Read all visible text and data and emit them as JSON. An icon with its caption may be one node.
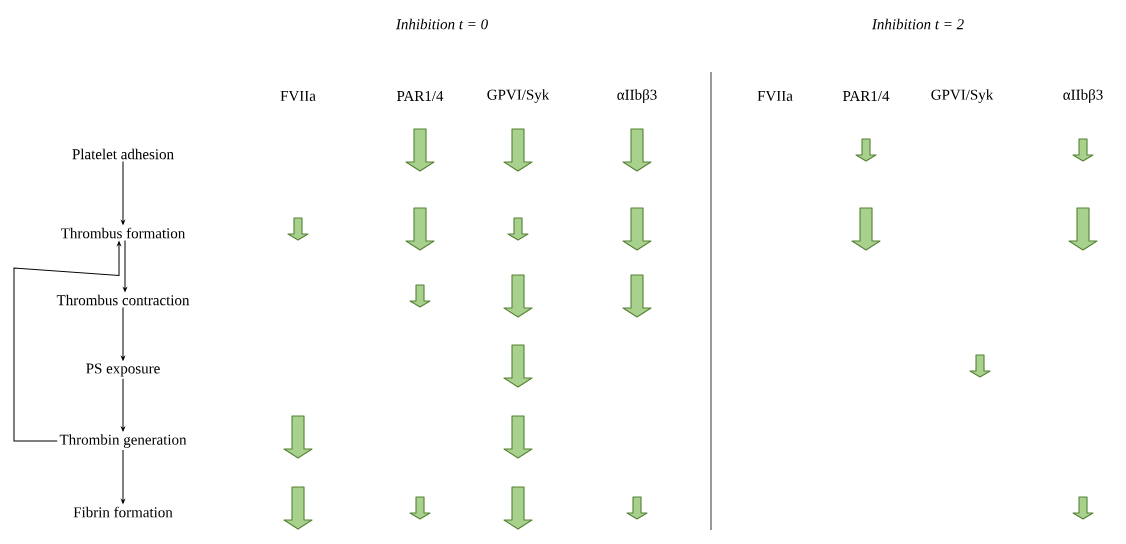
{
  "diagram": {
    "nodes": [
      {
        "text": [
          "Platelet adhesion"
        ]
      },
      {
        "text": [
          "Thrombus formation"
        ]
      },
      {
        "text": [
          "Thrombus contraction"
        ]
      },
      {
        "text": [
          "PS exposure"
        ]
      },
      {
        "text": [
          "Thrombin generation"
        ]
      },
      {
        "text": [
          "Fibrin formation"
        ]
      }
    ],
    "edges": [
      {
        "from": 0,
        "to": 1,
        "arrow": "to"
      },
      {
        "from": 1,
        "to": 2,
        "arrow": "to"
      },
      {
        "from": 2,
        "to": 3,
        "arrow": "to"
      },
      {
        "from": 3,
        "to": 4,
        "arrow": "to"
      },
      {
        "from": 4,
        "to": 5,
        "arrow": "to"
      },
      {
        "from": 4,
        "to": 1,
        "arrow": "to"
      }
    ],
    "labels": [
      "Inhibition t = 0",
      "Inhibition t = 2",
      "FVIIa",
      "PAR1/4",
      "GPVI/Syk",
      "αIIbβ3",
      "FVIIa",
      "PAR1/4",
      "GPVI/Syk",
      "αIIbβ3"
    ]
  }
}
